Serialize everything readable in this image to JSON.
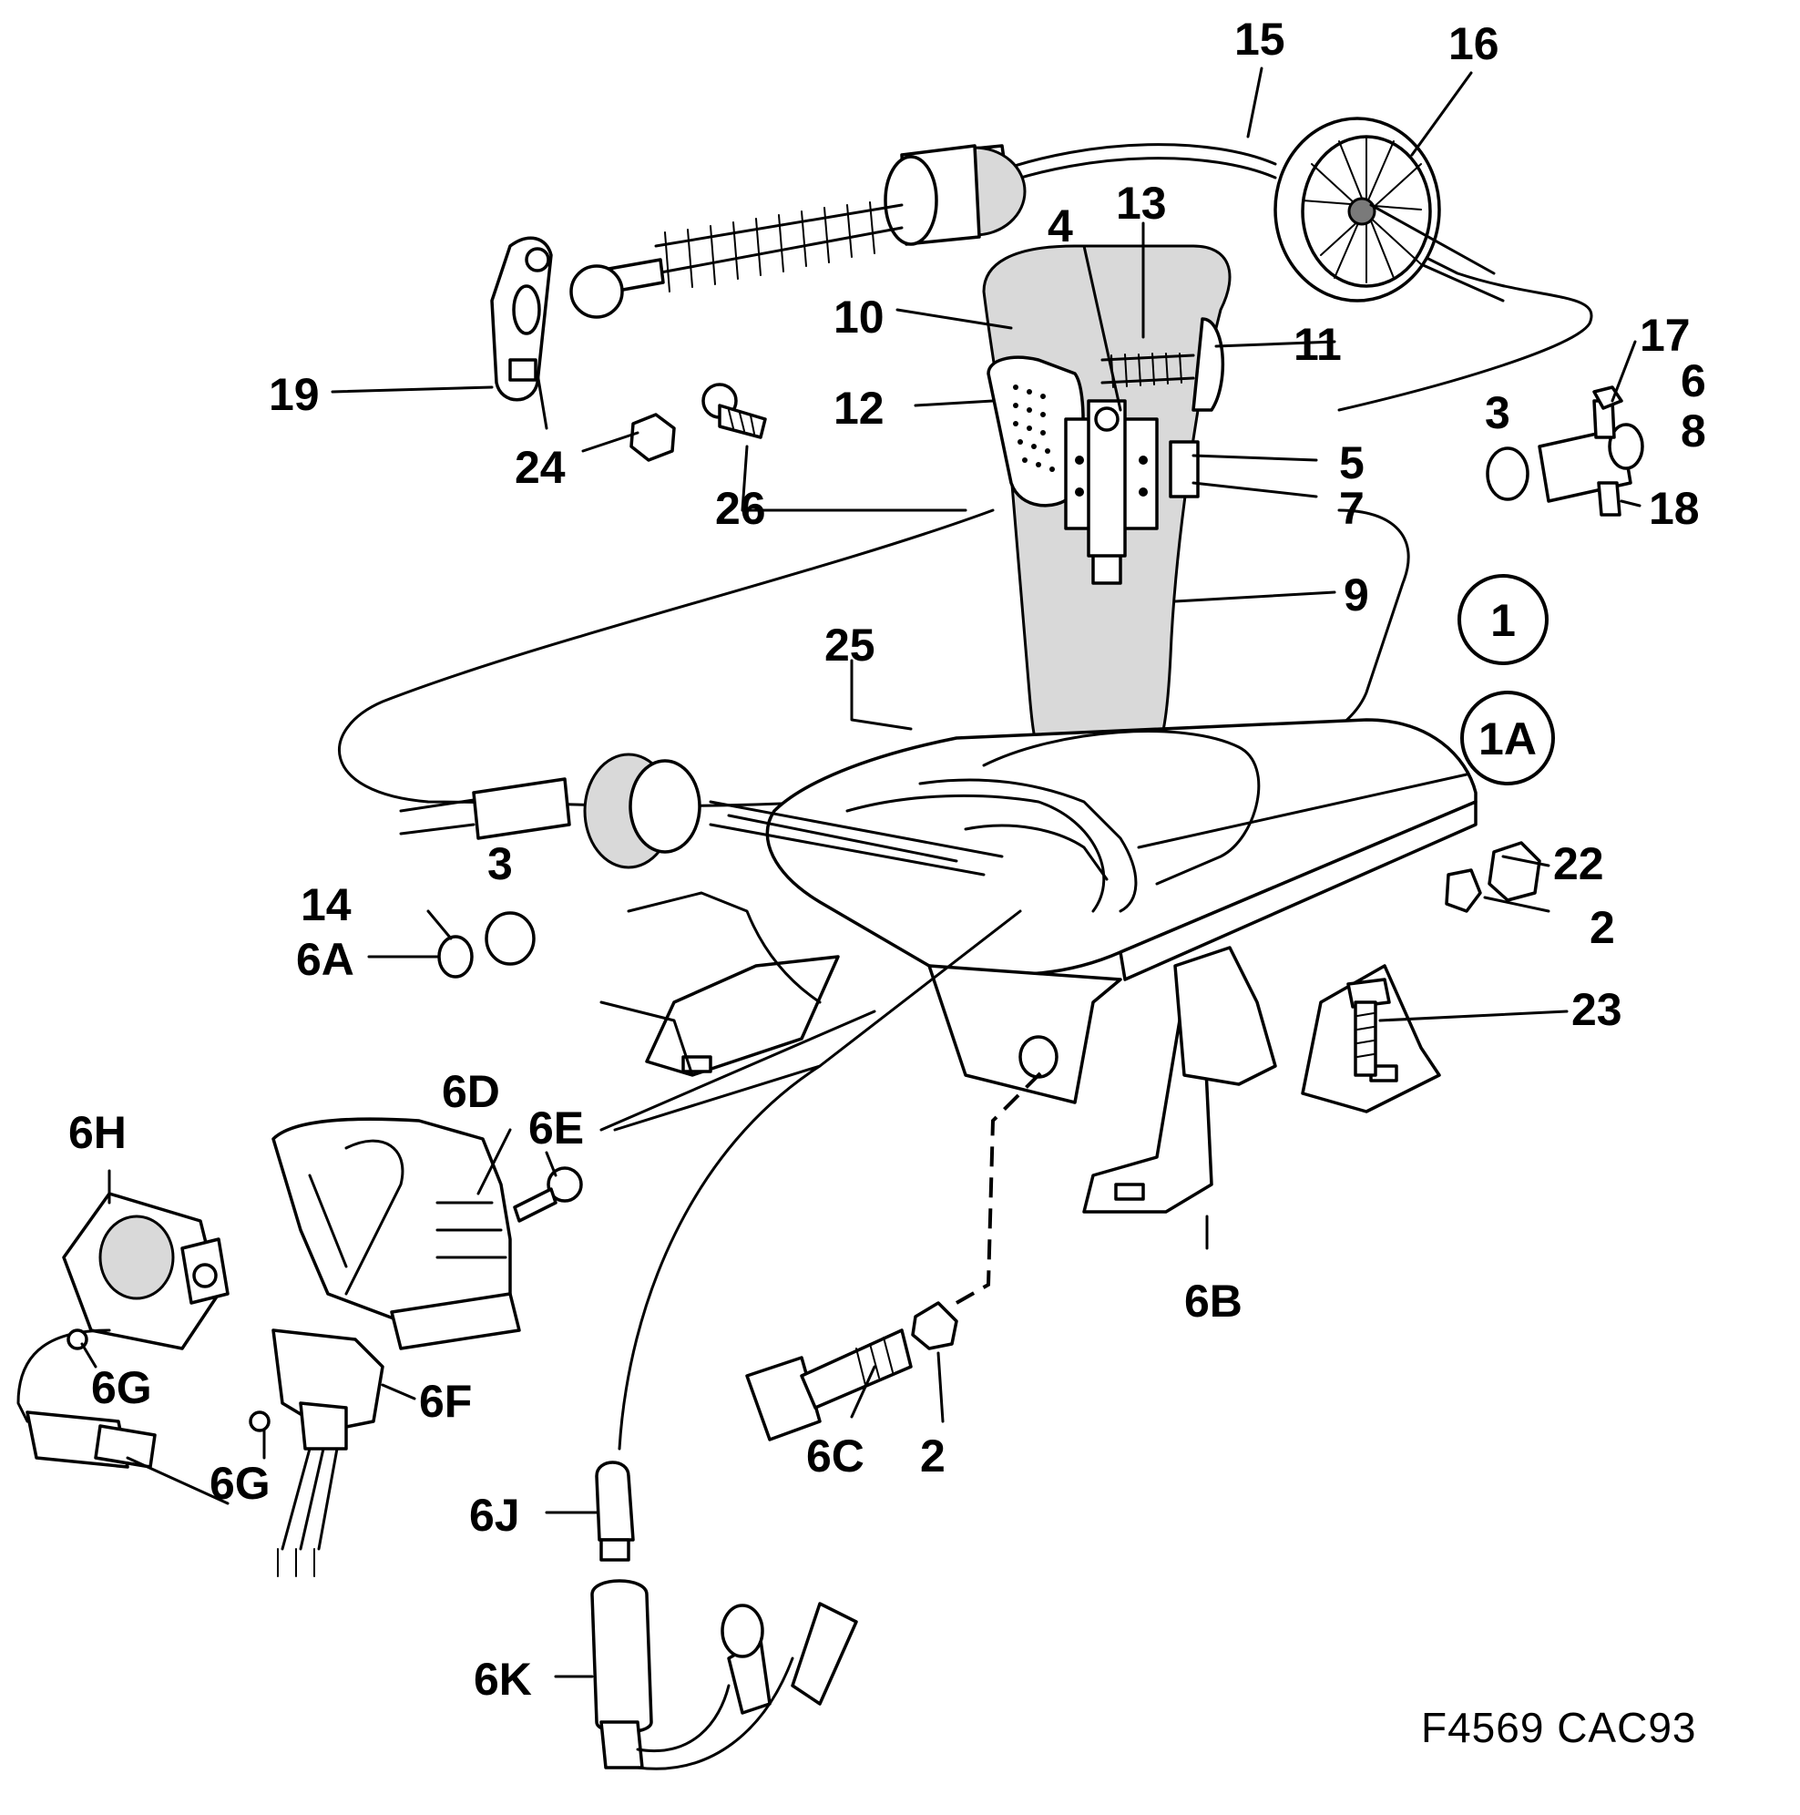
{
  "labels": {
    "l15": "15",
    "l16": "16",
    "l13": "13",
    "l4": "4",
    "l10": "10",
    "l11": "11",
    "l17": "17",
    "l6": "6",
    "l8": "8",
    "l19": "19",
    "l12": "12",
    "l3a": "3",
    "l5": "5",
    "l7": "7",
    "l18": "18",
    "l24": "24",
    "l26": "26",
    "l9": "9",
    "l1": "1",
    "l25": "25",
    "l1A": "1A",
    "l3b": "3",
    "l22": "22",
    "l14": "14",
    "l2a": "2",
    "l6A": "6A",
    "l23": "23",
    "l6D": "6D",
    "l6E": "6E",
    "l6H": "6H",
    "l6B": "6B",
    "l6G1": "6G",
    "l6F": "6F",
    "l6C": "6C",
    "l2b": "2",
    "l6G2": "6G",
    "l6J": "6J",
    "l6K": "6K"
  },
  "reference_code": "F4569  CAC93"
}
